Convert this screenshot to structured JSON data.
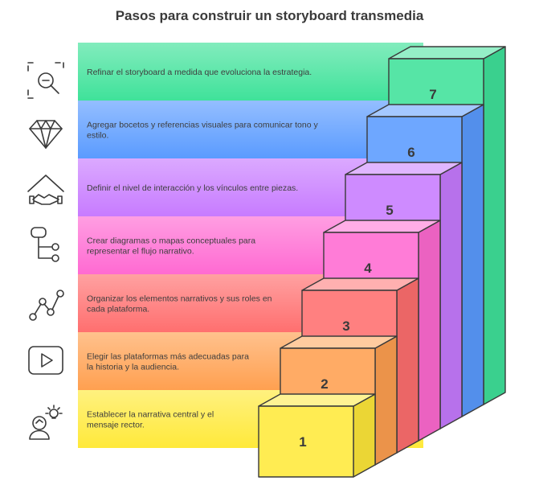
{
  "title": "Pasos para construir un storyboard transmedia",
  "steps": [
    {
      "number": "1",
      "lines": [
        "Establecer la narrativa central y el",
        "mensaje rector."
      ],
      "icon": "idea-person-icon",
      "color": "#ffe93a"
    },
    {
      "number": "2",
      "lines": [
        "Elegir las plataformas más adecuadas para",
        "la historia y la audiencia."
      ],
      "icon": "play-button-icon",
      "color": "#ffa050"
    },
    {
      "number": "3",
      "lines": [
        "Organizar los elementos narrativos y sus roles en",
        "cada plataforma."
      ],
      "icon": "connected-nodes-icon",
      "color": "#ff6f6f"
    },
    {
      "number": "4",
      "lines": [
        "Crear diagramas o mapas conceptuales para",
        "representar el flujo narrativo."
      ],
      "icon": "flow-diagram-icon",
      "color": "#ff6ad2"
    },
    {
      "number": "5",
      "lines": [
        "Definir el nivel de interacción y los vínculos entre piezas."
      ],
      "icon": "handshake-house-icon",
      "color": "#c77bff"
    },
    {
      "number": "6",
      "lines": [
        "Agregar bocetos y referencias visuales para comunicar tono y",
        "estilo."
      ],
      "icon": "diamond-icon",
      "color": "#5a9bff"
    },
    {
      "number": "7",
      "lines": [
        "Refinar el storyboard a medida que evoluciona la estrategia."
      ],
      "icon": "zoom-out-icon",
      "color": "#3fe29a"
    }
  ]
}
